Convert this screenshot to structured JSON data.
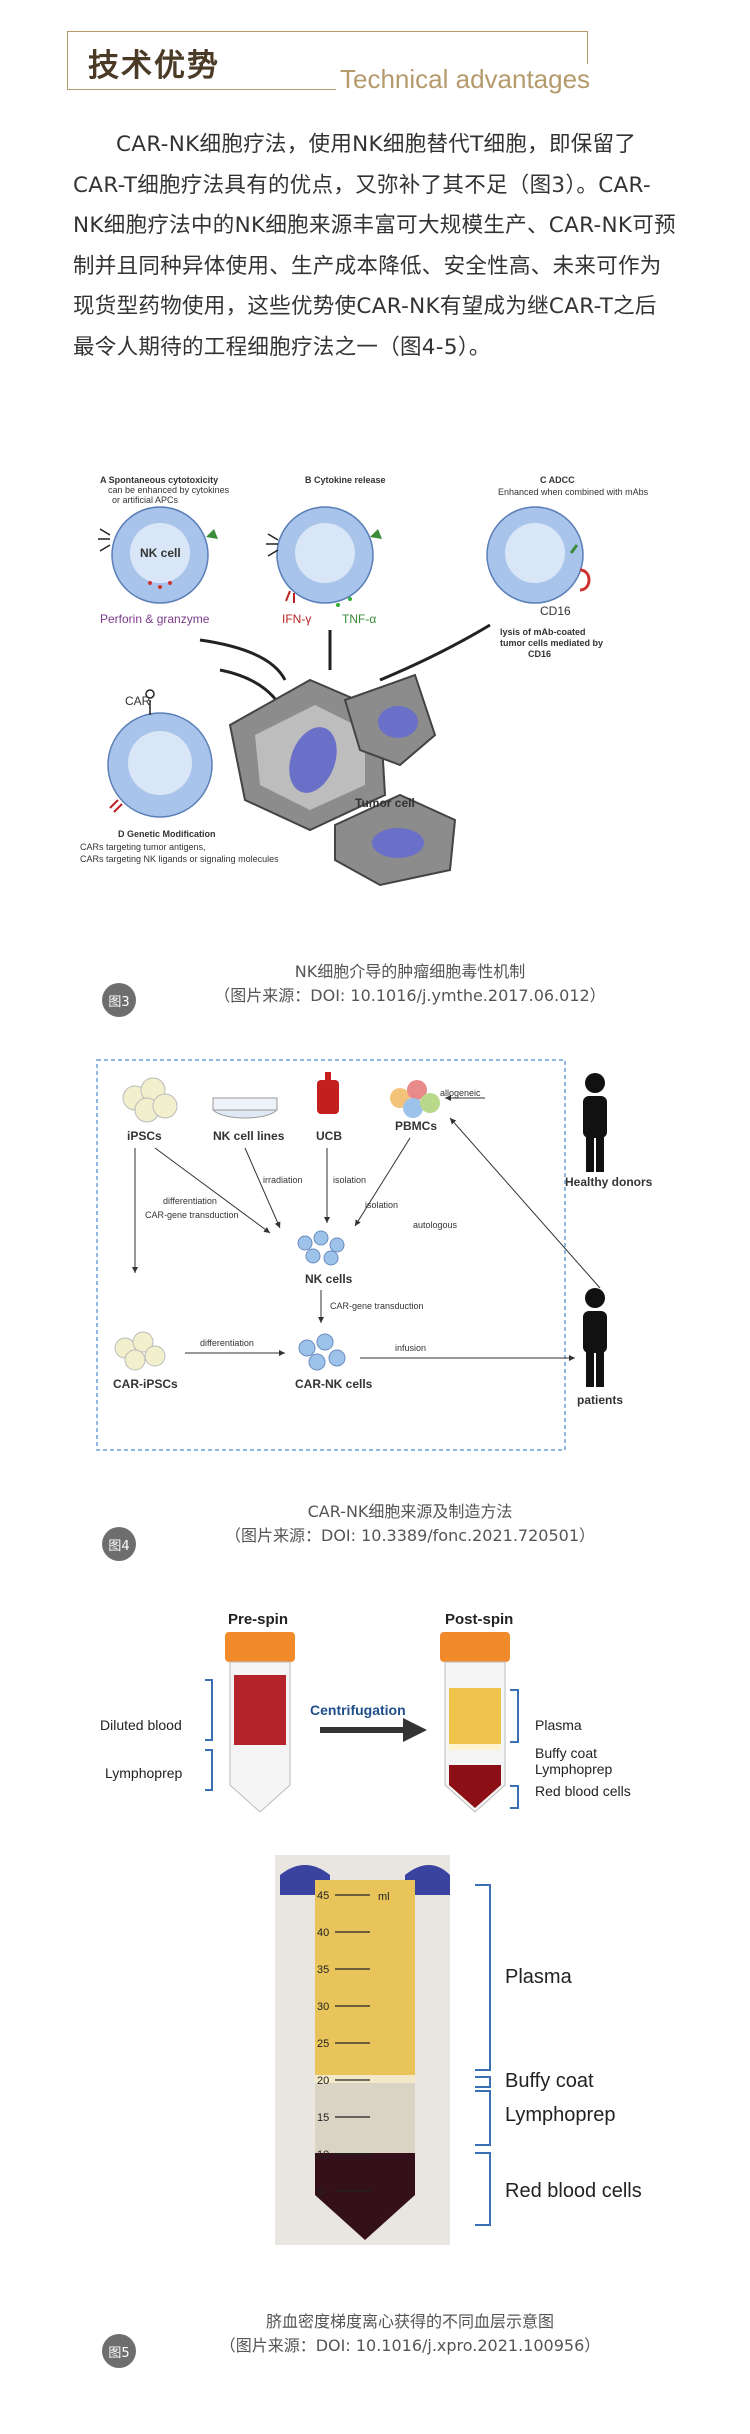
{
  "header": {
    "title_cn": "技术优势",
    "title_en": "Technical advantages"
  },
  "intro": "CAR-NK细胞疗法，使用NK细胞替代T细胞，即保留了CAR-T细胞疗法具有的优点，又弥补了其不足（图3）。CAR-NK细胞疗法中的NK细胞来源丰富可大规模生产、CAR-NK可预制并且同种异体使用、生产成本降低、安全性高、未来可作为现货型药物使用，这些优势使CAR-NK有望成为继CAR-T之后最令人期待的工程细胞疗法之一（图4-5）。",
  "fig3": {
    "badge": "图3",
    "caption_line1": "NK细胞介导的肿瘤细胞毒性机制",
    "caption_line2": "（图片来源：DOI: 10.1016/j.ymthe.2017.06.012）",
    "a_title": "A  Spontaneous cytotoxicity",
    "a_sub1": "can be enhanced by cytokines",
    "a_sub2": "or artificial APCs",
    "b_title": "B  Cytokine release",
    "c_title": "C  ADCC",
    "c_sub": "Enhanced when combined with mAbs",
    "nk_cell": "NK cell",
    "perforin": "Perforin & granzyme",
    "ifn": "IFN-γ",
    "tnf": "TNF-α",
    "cd16": "CD16",
    "lysis1": "lysis of mAb-coated",
    "lysis2": "tumor cells mediated by",
    "lysis3": "CD16",
    "car": "CAR",
    "tumor_cell": "Tumor cell",
    "d_title": "D  Genetic Modification",
    "d_line1": "CARs targeting tumor antigens,",
    "d_line2": "CARs targeting NK ligands or signaling molecules"
  },
  "fig4": {
    "badge": "图4",
    "caption_line1": "CAR-NK细胞来源及制造方法",
    "caption_line2": "（图片来源：DOI: 10.3389/fonc.2021.720501）",
    "ipscs": "iPSCs",
    "nk_lines": "NK cell lines",
    "ucb": "UCB",
    "pbmcs": "PBMCs",
    "healthy": "Healthy donors",
    "allogeneic": "allogeneic",
    "autologous": "autologous",
    "differentiation": "differentiation",
    "irradiation": "irradiation",
    "isolation": "isolation",
    "car_trans": "CAR-gene transduction",
    "nk_cells": "NK cells",
    "car_ipscs": "CAR-iPSCs",
    "car_nk": "CAR-NK cells",
    "infusion": "infusion",
    "patients": "patients"
  },
  "fig5": {
    "badge": "图5",
    "caption_line1": "脐血密度梯度离心获得的不同血层示意图",
    "caption_line2": "（图片来源：DOI: 10.1016/j.xpro.2021.100956）",
    "pre": "Pre-spin",
    "post": "Post-spin",
    "centrifugation": "Centrifugation",
    "diluted": "Diluted blood",
    "lymphoprep": "Lymphoprep",
    "plasma": "Plasma",
    "buffy": "Buffy coat",
    "red": "Red blood cells",
    "ml": "ml",
    "ticks": [
      "45",
      "40",
      "35",
      "30",
      "25",
      "20",
      "15",
      "10",
      "5"
    ]
  },
  "colors": {
    "accent": "#b49a6c",
    "nk_blue": "#a9c4ea",
    "tumor": "#8c8c8c",
    "nucleus": "#6a70c8",
    "red_blood": "#8b0f14",
    "plasma": "#e8c45a"
  }
}
